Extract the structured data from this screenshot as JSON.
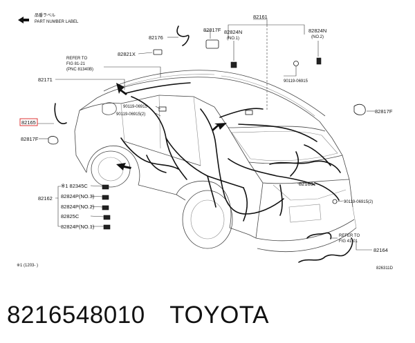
{
  "legend": {
    "label_jp": "品番ラベル",
    "label_en": "PART NUMBER LABEL"
  },
  "callouts": {
    "p82161": "82161",
    "p82176": "82176",
    "p82817F_top": "82817F",
    "p82824N_1": "82824N",
    "p82824N_1_note": "(NO.1)",
    "p82824N_2": "82824N",
    "p82824N_2_note": "(NO.2)",
    "p82821X": "82821X",
    "refer1_l1": "REFER TO",
    "refer1_l2": "FIG 81-21",
    "refer1_l3": "(PNC 81340B)",
    "p82171": "82171",
    "bolt_top_right": "90119-06915",
    "bolt_mid_1": "90119-06915",
    "bolt_mid_2": "90119-06915(2)",
    "p82817F_right": "82817F",
    "p82165": "82165",
    "p82817F_left": "82817F",
    "p82345C": "※1 82345C",
    "p82163": "82163",
    "p82162": "82162",
    "p82824P_3": "82824P(NO.3)",
    "p82824P_2": "82824P(NO.2)",
    "p82825C": "82825C",
    "p82824P_1": "82824P(NO.1)",
    "bolt_bottom_right": "90119-06915(2)",
    "refer2_l1": "REFER TO",
    "refer2_l2": "FIG 41-01",
    "p82164": "82164",
    "footnote": "※1 (1203-     )",
    "diagram_id": "826311D"
  },
  "caption": {
    "part_number": "8216548010",
    "brand": "TOYOTA"
  }
}
